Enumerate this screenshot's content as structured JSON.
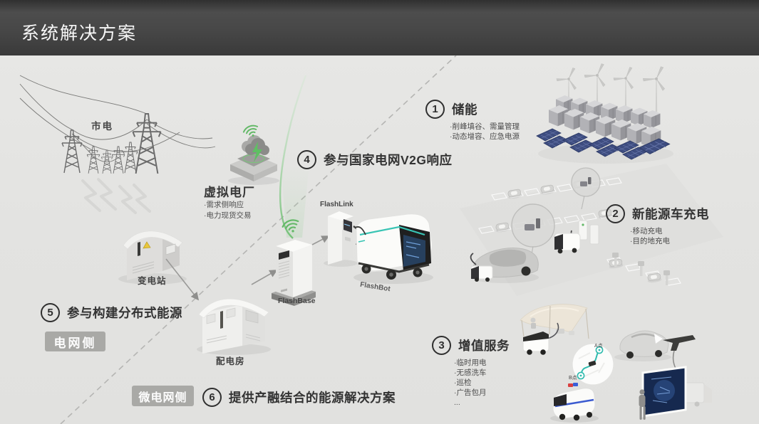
{
  "header": {
    "title": "系统解决方案"
  },
  "labels": {
    "utility_power": "市电",
    "substation": "变电站",
    "distribution_room": "配电房",
    "flashbase": "FlashBase",
    "flashlink": "FlashLink",
    "flashbot": "FlashBot"
  },
  "vpp": {
    "title": "虚拟电厂",
    "items": [
      "·需求侧响应",
      "·电力现货交易"
    ]
  },
  "badges": {
    "grid_side": "电网侧",
    "microgrid_side": "微电网侧"
  },
  "map_inset": {
    "point_a": "A点",
    "point_b": "B点"
  },
  "solutions": [
    {
      "num": "1",
      "title": "储能",
      "items": [
        "·削峰填谷、需量管理",
        "·动态增容、应急电源"
      ]
    },
    {
      "num": "2",
      "title": "新能源车充电",
      "items": [
        "·移动充电",
        "·目的地充电"
      ]
    },
    {
      "num": "3",
      "title": "增值服务",
      "items": [
        "·临时用电",
        "·无感洗车",
        "·巡检",
        "·广告包月",
        "..."
      ]
    },
    {
      "num": "4",
      "title": "参与国家电网V2G响应",
      "items": []
    },
    {
      "num": "5",
      "title": "参与构建分布式能源",
      "items": []
    },
    {
      "num": "6",
      "title": "提供产融结合的能源解决方案",
      "items": []
    }
  ],
  "colors": {
    "accent_green": "#6fbf73",
    "accent_teal": "#35c4b5",
    "badge_gray": "#a9a9a6",
    "header_dark": "#424242",
    "solar_blue": "#3e4d80"
  }
}
